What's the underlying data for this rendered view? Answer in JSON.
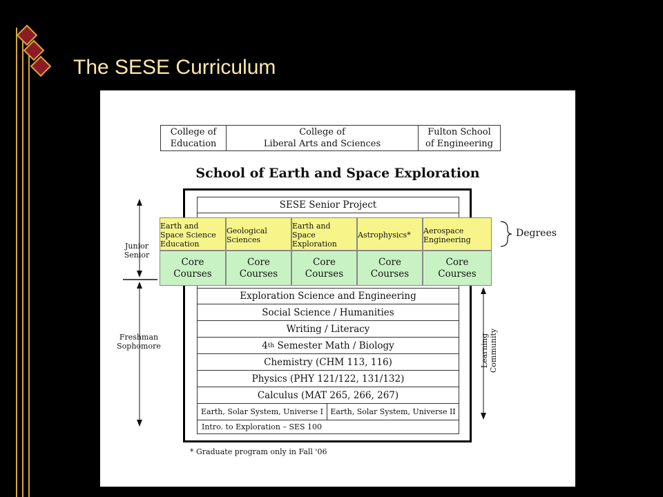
{
  "slide": {
    "title": "The SESE Curriculum"
  },
  "colleges": [
    {
      "line1": "College of",
      "line2": "Education"
    },
    {
      "line1": "College of",
      "line2": "Liberal Arts and Sciences"
    },
    {
      "line1": "Fulton School",
      "line2": "of Engineering"
    }
  ],
  "school_title": "School of Earth and Space Exploration",
  "senior_project": "SESE Senior Project",
  "degrees": [
    {
      "l1": "Earth and",
      "l2": "Space Science",
      "l3": "Education"
    },
    {
      "l1": "Geological",
      "l2": "Sciences",
      "l3": ""
    },
    {
      "l1": "Earth and",
      "l2": "Space",
      "l3": "Exploration"
    },
    {
      "l1": "Astrophysics*",
      "l2": "",
      "l3": ""
    },
    {
      "l1": "Aerospace",
      "l2": "Engineering",
      "l3": ""
    }
  ],
  "core": {
    "l1": "Core",
    "l2": "Courses"
  },
  "degrees_label": "Degrees",
  "lower_rows": [
    "Exploration Science and Engineering",
    "Social Science / Humanities",
    "Writing / Literacy"
  ],
  "math_row": {
    "prefix": "4",
    "sup": "th",
    "rest": " Semester Math / Biology"
  },
  "lower_rows_2": [
    "Chemistry (CHM 113, 116)",
    "Physics (PHY 121/122, 131/132)",
    "Calculus (MAT 265, 266, 267)"
  ],
  "universe": [
    "Earth, Solar System, Universe I",
    "Earth, Solar System, Universe II"
  ],
  "intro": "Intro. to Exploration – SES 100",
  "side_labels": {
    "upper_l1": "Junior",
    "upper_l2": "Senior",
    "lower_l1": "Freshman",
    "lower_l2": "Sophomore",
    "learning_l1": "Learning",
    "learning_l2": "Community"
  },
  "footnote": "* Graduate program only in Fall '06",
  "colors": {
    "title": "#ffe9a8",
    "degree_fill": "#f7f58a",
    "core_fill": "#c9f2c4",
    "decor_gold": "#d9a441",
    "decor_red": "#8b1c24"
  }
}
